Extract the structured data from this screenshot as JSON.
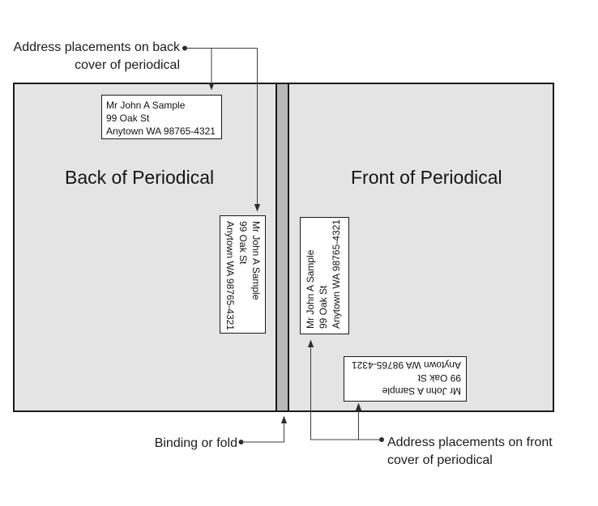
{
  "callout_back_cover": {
    "line1": "Address placements on back",
    "line2": "cover of periodical"
  },
  "callout_binding": {
    "label": "Binding or fold"
  },
  "callout_front_cover": {
    "line1": "Address placements on front",
    "line2": "cover of periodical"
  },
  "covers": {
    "back_title": "Back of Periodical",
    "front_title": "Front of Periodical"
  },
  "address_label": {
    "line1": "Mr John A Sample",
    "line2": "99 Oak St",
    "line3": "Anytown WA 98765-4321"
  },
  "colors": {
    "cover_fill": "#e4e4e4",
    "binding_fill": "#b9b9b9",
    "outline": "#1a1a1a",
    "connector_line": "#3c3c3c",
    "label_fill": "#ffffff"
  }
}
